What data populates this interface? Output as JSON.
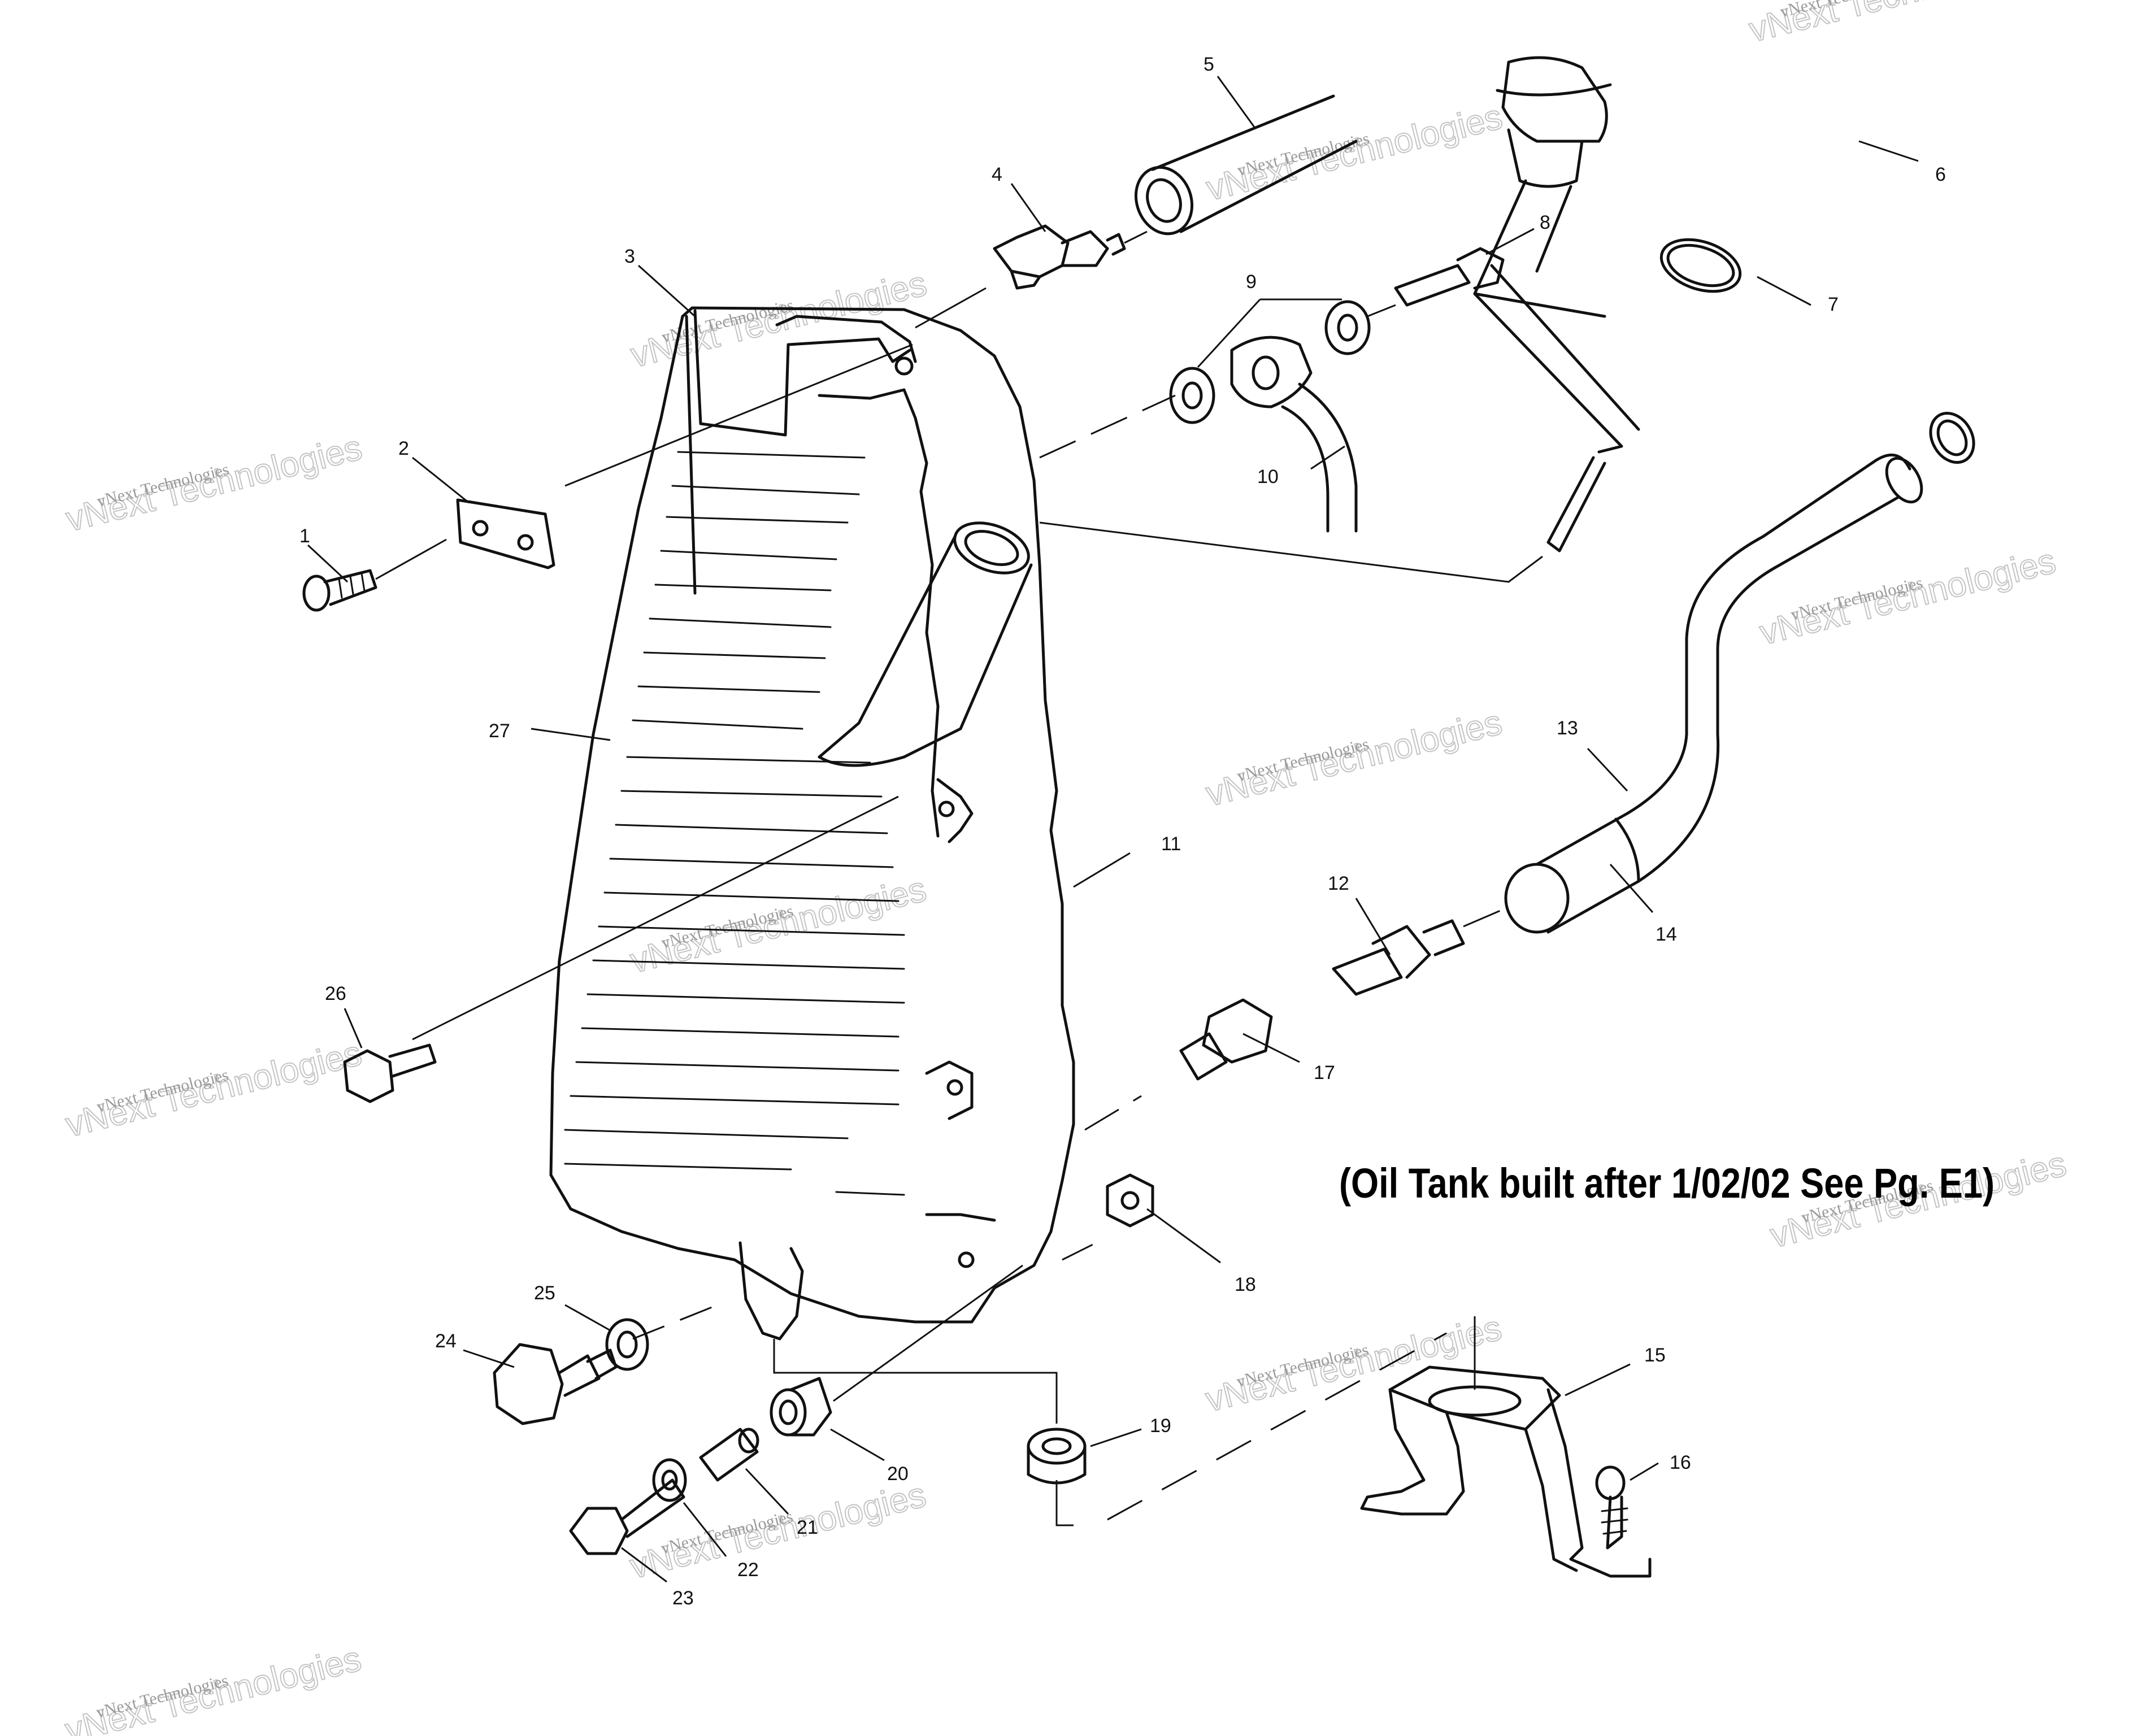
{
  "note": "(Oil Tank built after 1/02/02 See Pg. E1)",
  "watermark": {
    "line1": "vNext Technologies",
    "line2": "vNext Technologies"
  },
  "labels": [
    "1",
    "2",
    "3",
    "4",
    "5",
    "6",
    "7",
    "8",
    "9",
    "10",
    "11",
    "12",
    "13",
    "14",
    "15",
    "16",
    "17",
    "18",
    "19",
    "20",
    "21",
    "22",
    "23",
    "24",
    "25",
    "26",
    "27"
  ],
  "colors": {
    "line": "#111111",
    "background": "#ffffff",
    "watermark": "#9a9a9a"
  }
}
